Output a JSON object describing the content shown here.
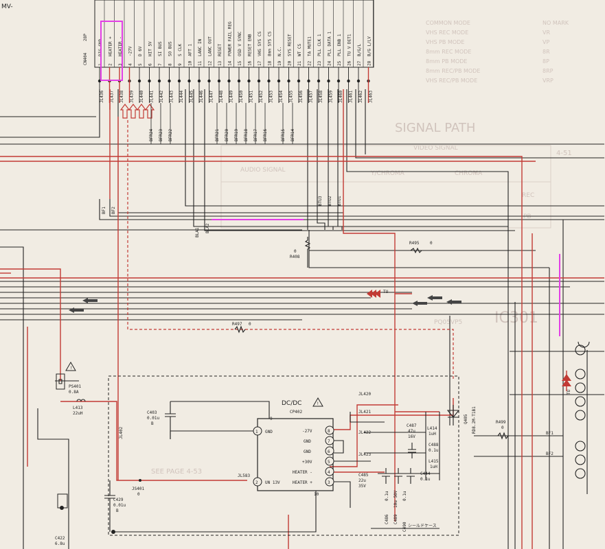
{
  "header": {
    "top_left": "MV-"
  },
  "connector": {
    "ref": "CN404",
    "pins_label": "28P",
    "pins": [
      {
        "n": "1",
        "name": "DIG GND",
        "jl": "JL436"
      },
      {
        "n": "2",
        "name": "HEATER +",
        "jl": "JL437"
      },
      {
        "n": "3",
        "name": "HEATER -",
        "jl": "JL438"
      },
      {
        "n": "4",
        "name": "-27V",
        "jl": "JL439"
      },
      {
        "n": "5",
        "name": "D 6V",
        "jl": "JL440"
      },
      {
        "n": "6",
        "name": "HIT 5V",
        "jl": "JL441"
      },
      {
        "n": "7",
        "name": "SI BUS",
        "jl": "JL442"
      },
      {
        "n": "8",
        "name": "SO BUS",
        "jl": "JL443"
      },
      {
        "n": "9",
        "name": "S CLK",
        "jl": "JL444"
      },
      {
        "n": "10",
        "name": "AFT 1",
        "jl": "JL445"
      },
      {
        "n": "11",
        "name": "LANC IN",
        "jl": "JL446"
      },
      {
        "n": "12",
        "name": "LANC OUT",
        "jl": "JL447"
      },
      {
        "n": "13",
        "name": "RESET",
        "jl": "JL448"
      },
      {
        "n": "14",
        "name": "POWER FAIL REG",
        "jl": "JL449"
      },
      {
        "n": "15",
        "name": "OSD V SYNC",
        "jl": "JL450"
      },
      {
        "n": "16",
        "name": "RESET ENB",
        "jl": "JL451"
      },
      {
        "n": "17",
        "name": "VHS SYS CS",
        "jl": "JL452"
      },
      {
        "n": "18",
        "name": "8mm SYS CS",
        "jl": "JL453"
      },
      {
        "n": "19",
        "name": "N.C.",
        "jl": "JL454"
      },
      {
        "n": "20",
        "name": "SYS RESET",
        "jl": "JL455"
      },
      {
        "n": "21",
        "name": "WT CS",
        "jl": "JL456"
      },
      {
        "n": "22",
        "name": "TA MUTE1",
        "jl": "JL457"
      },
      {
        "n": "23",
        "name": "PLL CLK 1",
        "jl": "JL458"
      },
      {
        "n": "24",
        "name": "PLL DATA 1",
        "jl": "JL459"
      },
      {
        "n": "25",
        "name": "PLL ENB 1",
        "jl": "JL460"
      },
      {
        "n": "26",
        "name": "TU V DET1",
        "jl": "JL461"
      },
      {
        "n": "27",
        "name": "B/G/L",
        "jl": "JL462"
      },
      {
        "n": "28",
        "name": "B/G L/LV",
        "jl": "JL463"
      }
    ]
  },
  "bus_labels": [
    "BFR24",
    "BFR23",
    "BFR22",
    "BFR21",
    "BFR20",
    "BFR19",
    "BFR18",
    "BFR17",
    "BFR16",
    "BFR15",
    "BFR14"
  ],
  "mode_table": [
    {
      "code": "NO MARK",
      "desc": "COMMON MODE"
    },
    {
      "code": "VR",
      "desc": "VHS REC MODE"
    },
    {
      "code": "VP",
      "desc": "VHS PB MODE"
    },
    {
      "code": "8R",
      "desc": "8mm REC MODE"
    },
    {
      "code": "8P",
      "desc": "8mm PB MODE"
    },
    {
      "code": "8RP",
      "desc": "8mm REC/PB MODE"
    },
    {
      "code": "VRP",
      "desc": "VHS REC/PB MODE"
    }
  ],
  "signal_path": {
    "title": "SIGNAL PATH",
    "headers": [
      "VIDEO SIGNAL",
      "Y",
      "CHROMA",
      "Y/CHROMA",
      "AUDIO SIGNAL"
    ],
    "rows": [
      "REC",
      "PB"
    ],
    "page_ref": "4-51"
  },
  "ic": {
    "name": "IC301",
    "part": "PQ05VP5"
  },
  "dcdc": {
    "title": "DC/DC",
    "ref": "CP402",
    "left_pins": [
      {
        "n": "1",
        "name": "GND"
      },
      {
        "n": "2",
        "name": "UN 13V"
      }
    ],
    "right_pins": [
      {
        "n": "8",
        "name": "-27V"
      },
      {
        "n": "7",
        "name": "GND"
      },
      {
        "n": "6",
        "name": "GND"
      },
      {
        "n": "5",
        "name": "+30V"
      },
      {
        "n": "4",
        "name": "HEATER -"
      },
      {
        "n": "3",
        "name": "HEATER +"
      }
    ],
    "pin9": "9",
    "pin10": "10",
    "shield_note": "シールドケース",
    "page_note": "SEE PAGE 4-53"
  },
  "components": {
    "ps401": {
      "ref": "PS401",
      "val": "0.8A"
    },
    "l413": {
      "ref": "L413",
      "val": "22uH"
    },
    "jl402": "JL402",
    "c403": {
      "ref": "C403",
      "val": "0.01u",
      "v": "B"
    },
    "c429": {
      "ref": "C429",
      "val": "0.01u",
      "v": "B"
    },
    "c422": {
      "ref": "C422",
      "val": "6.8u"
    },
    "js401": {
      "ref": "JS401",
      "val": "0"
    },
    "jl583": "JL583",
    "r408": {
      "ref": "R408",
      "val": "0"
    },
    "r497": {
      "ref": "R497",
      "val": "0"
    },
    "r495": {
      "ref": "R495",
      "val": "0"
    },
    "r499": {
      "ref": "R499",
      "val": "0"
    },
    "jl420": "JL420",
    "jl421": "JL421",
    "jl422": "JL422",
    "jl423": "JL423",
    "c487": {
      "ref": "C487",
      "val": "47u",
      "v": "16V"
    },
    "c485": {
      "ref": "C485",
      "val": "22u",
      "v": "35V"
    },
    "c486": {
      "ref": "C486",
      "val": "0.1u"
    },
    "c489": {
      "ref": "C489",
      "val": "10u 50V"
    },
    "c490": {
      "ref": "C490",
      "val": "0.1u"
    },
    "c444": {
      "ref": "C444",
      "val": "0.1u"
    },
    "c488": {
      "ref": "C488",
      "val": "0.1u"
    },
    "l414": {
      "ref": "L414",
      "val": "1uH"
    },
    "l415": {
      "ref": "L415",
      "val": "1uH"
    },
    "q405": {
      "ref": "Q405",
      "val": "RD8.2M-T1B1"
    }
  },
  "nets": {
    "bf1": "BF1",
    "bf2": "BF2",
    "bla1": "BLA1",
    "bla2": "BLA2",
    "btu1": "BTU1",
    "btu2": "BTU2",
    "btu3": "BTU3",
    "tu": "TU"
  },
  "colors": {
    "trace_red": "#c23a34",
    "trace_black": "#222222",
    "highlight": "#e23ee6",
    "paper": "#f1ece3"
  }
}
